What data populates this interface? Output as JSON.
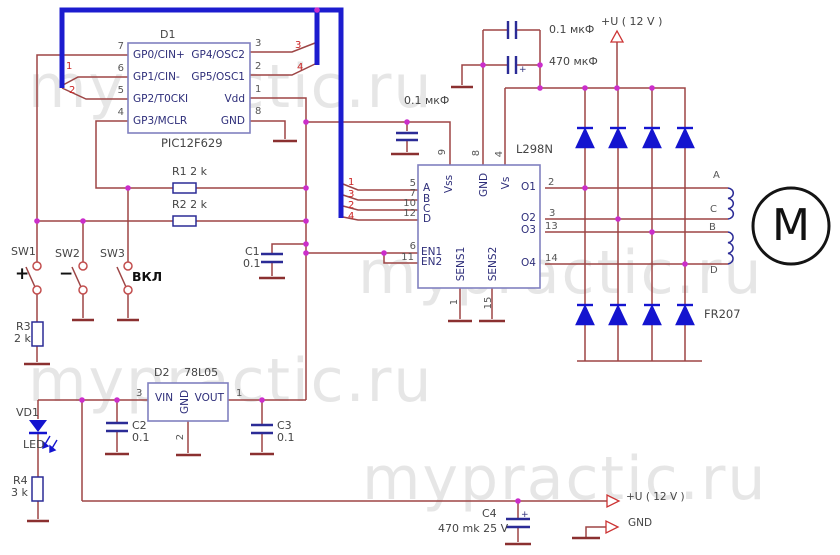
{
  "watermark": {
    "text": "mypractic.ru"
  },
  "power": {
    "u12_top": "+U ( 12 V )",
    "u12_bottom": "+U ( 12 V )",
    "gnd_bottom": "GND"
  },
  "bus": {
    "pic_left_taps": [
      "1",
      "2"
    ],
    "pic_right_taps": [
      "3",
      "4"
    ],
    "driver_taps": [
      "1",
      "3",
      "2",
      "4"
    ]
  },
  "pic": {
    "designator": "D1",
    "part": "PIC12F629",
    "rows": [
      {
        "left_num": "7",
        "left": "GP0/CIN+",
        "right": "GP4/OSC2",
        "right_num": "3"
      },
      {
        "left_num": "6",
        "left": "GP1/CIN-",
        "right": "GP5/OSC1",
        "right_num": "2"
      },
      {
        "left_num": "5",
        "left": "GP2/T0CKI",
        "right": "Vdd",
        "right_num": "1"
      },
      {
        "left_num": "4",
        "left": "GP3/MCLR",
        "right": "GND",
        "right_num": "8"
      }
    ]
  },
  "driver": {
    "part": "L298N",
    "top_pins": [
      {
        "num": "9",
        "name": "Vss"
      },
      {
        "num": "8",
        "name": "GND"
      },
      {
        "num": "4",
        "name": "Vs"
      }
    ],
    "left_pins": [
      {
        "num": "5",
        "name": "A"
      },
      {
        "num": "7",
        "name": "B"
      },
      {
        "num": "10",
        "name": "C"
      },
      {
        "num": "12",
        "name": "D"
      },
      {
        "num": "6",
        "name": "EN1"
      },
      {
        "num": "11",
        "name": "EN2"
      }
    ],
    "right_pins": [
      {
        "num": "2",
        "name": "O1"
      },
      {
        "num": "3",
        "name": "O2"
      },
      {
        "num": "13",
        "name": "O3"
      },
      {
        "num": "14",
        "name": "O4"
      }
    ],
    "bottom_pins": [
      {
        "num": "1",
        "name": "SENS1"
      },
      {
        "num": "15",
        "name": "SENS2"
      }
    ]
  },
  "regulator": {
    "designator": "D2",
    "part": "78L05",
    "vin": "VIN",
    "gnd": "GND",
    "vout": "VOUT",
    "vin_num": "3",
    "gnd_num": "2",
    "vout_num": "1"
  },
  "resistors": {
    "r1": "R1  2 k",
    "r2": "R2  2 k",
    "r3_name": "R3",
    "r3_value": "2 k",
    "r4_name": "R4",
    "r4_value": "3 k"
  },
  "capacitors": {
    "bypass_top": "0.1 мкФ",
    "bulk_top": "470 мкФ",
    "bulk_top_plus": "+",
    "driver_bypass": "0.1 мкФ",
    "c1_name": "C1",
    "c1_value": "0.1",
    "c2_name": "C2",
    "c2_value": "0.1",
    "c3_name": "C3",
    "c3_value": "0.1",
    "c4_name": "C4",
    "c4_value": "470 mk 25 V",
    "c4_plus": "+"
  },
  "switches": {
    "sw1": "SW1",
    "sw1_sign": "+",
    "sw2": "SW2",
    "sw2_sign": "−",
    "sw3": "SW3",
    "sw3_label": "ВКЛ"
  },
  "led": {
    "designator": "VD1",
    "type": "LED"
  },
  "motor": {
    "letter": "M",
    "phase_a": "A",
    "phase_c": "C",
    "phase_b": "B",
    "phase_d": "D",
    "diode_part": "FR207"
  },
  "colors": {
    "wire": "#9d4545",
    "bus": "#1c1ccf",
    "diode": "#1414cf",
    "component": "#2b2b96",
    "junction": "#cb2ecb"
  }
}
